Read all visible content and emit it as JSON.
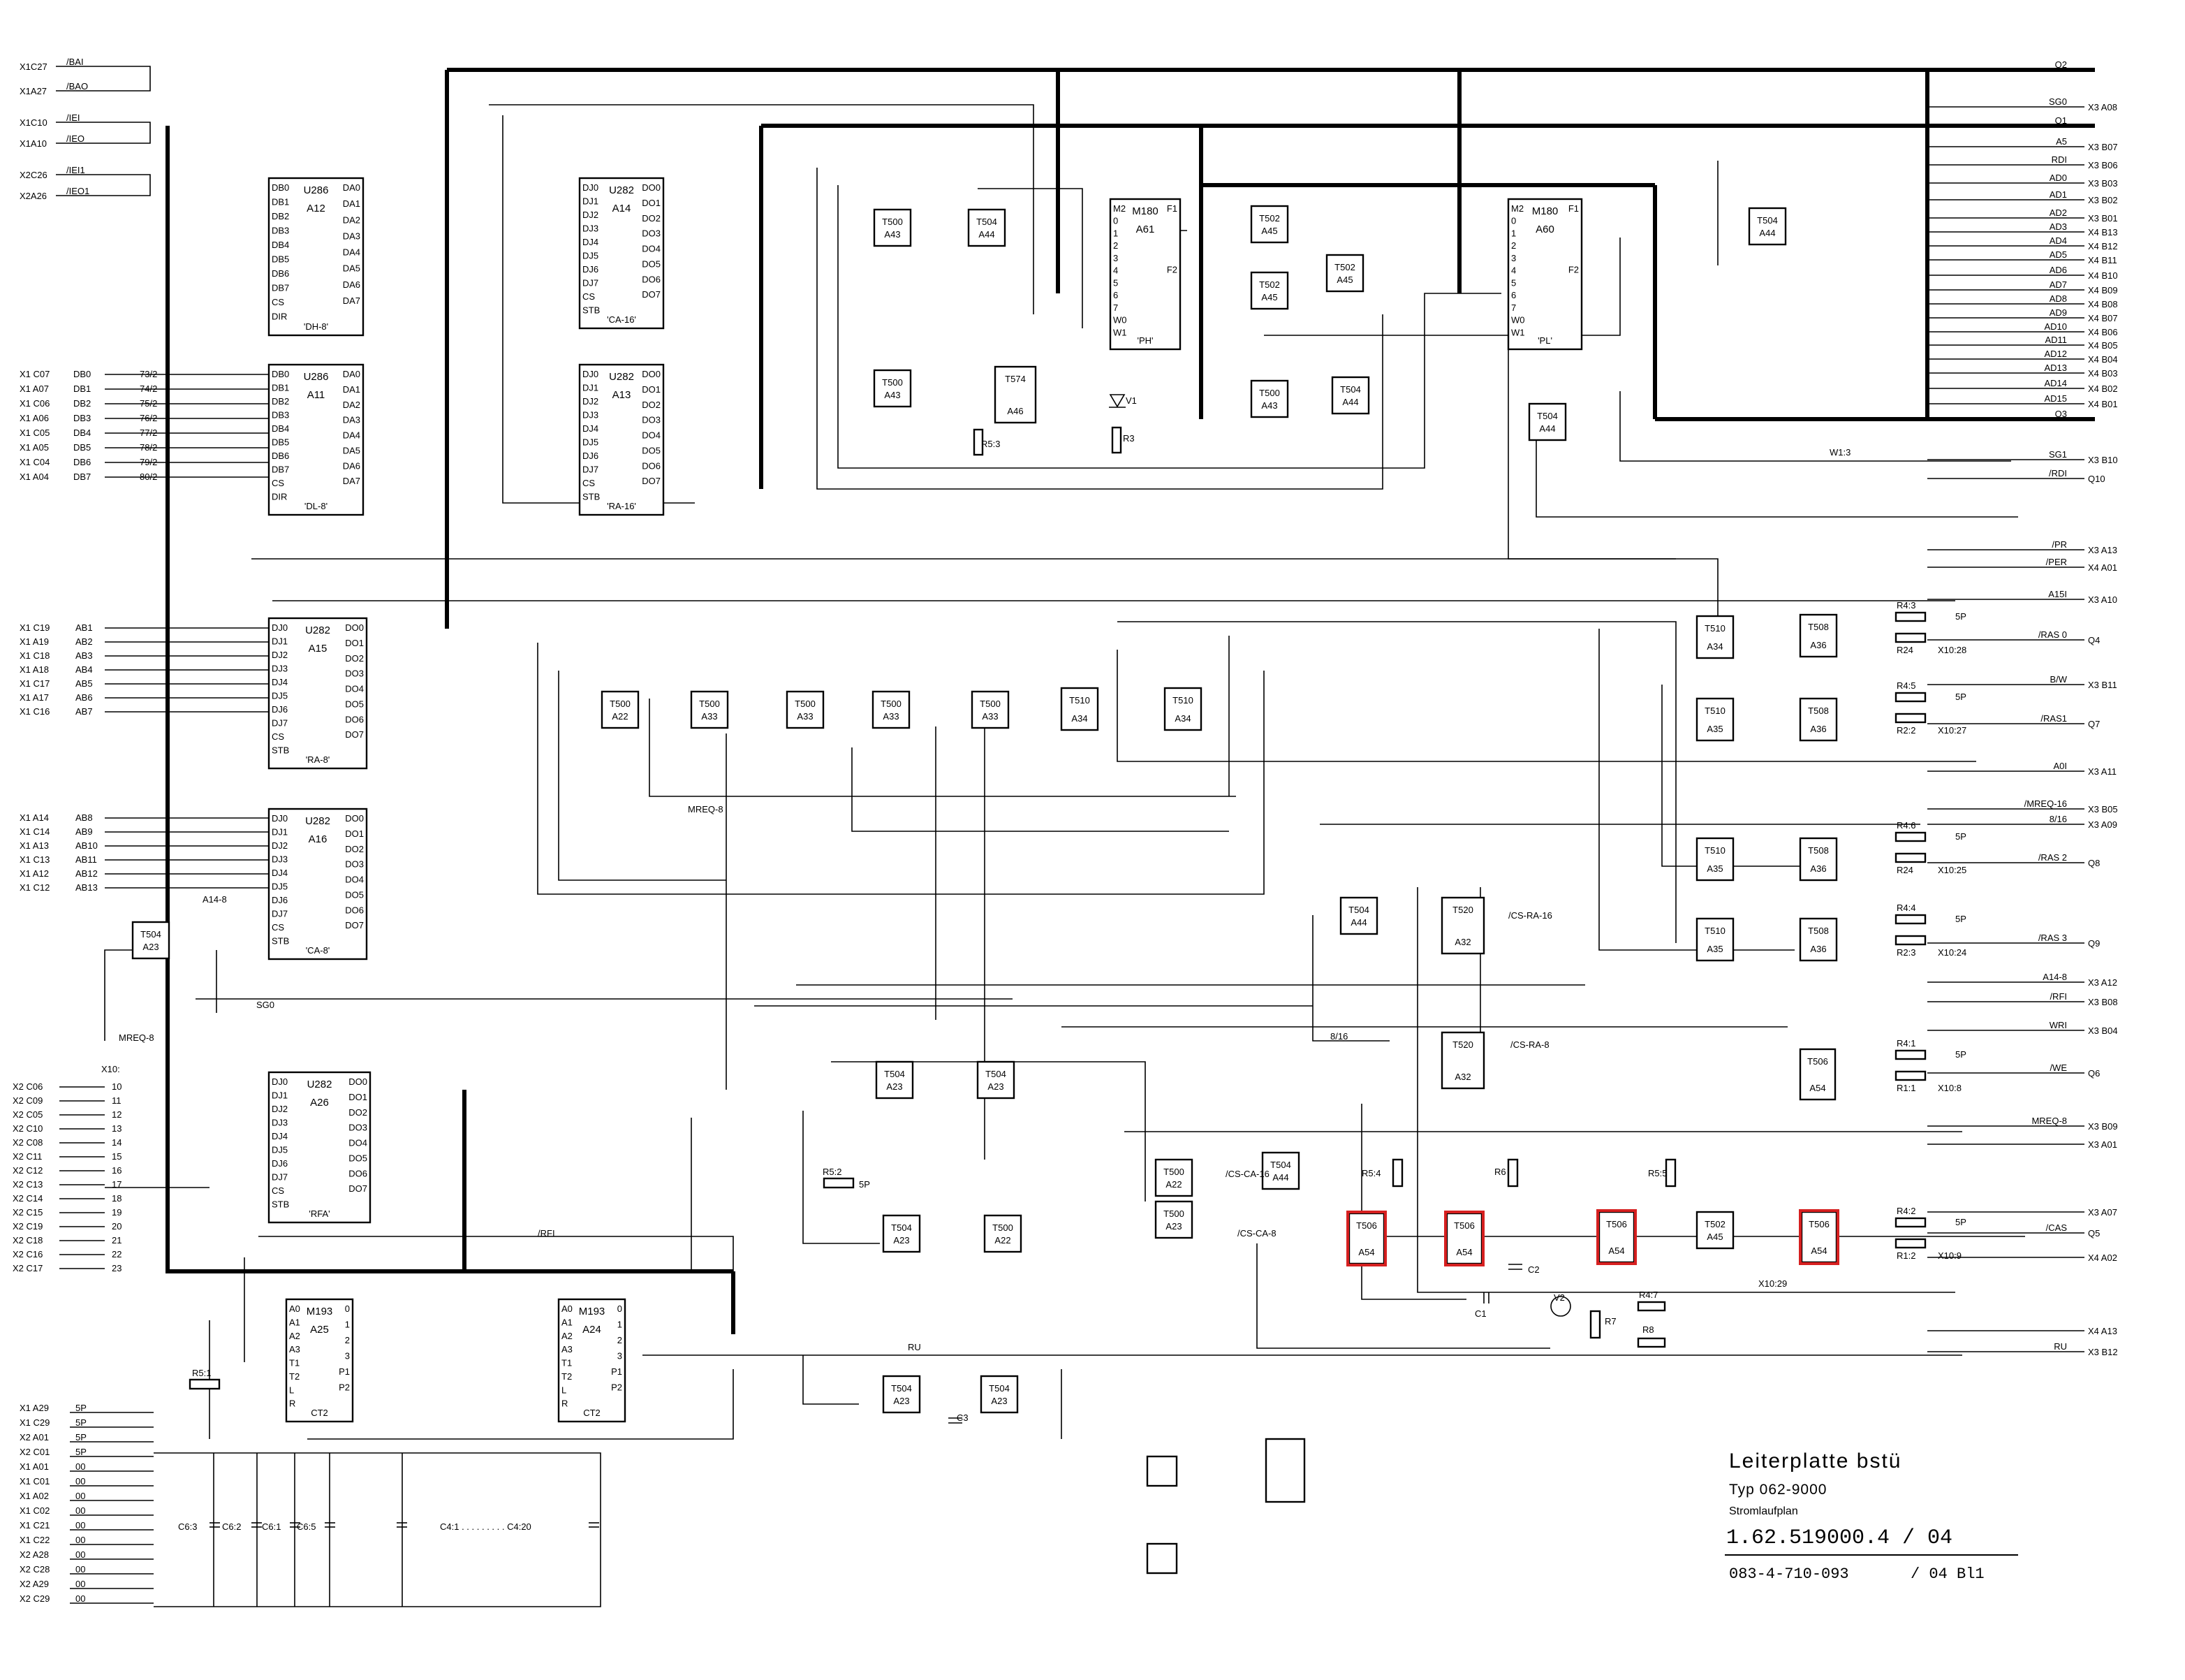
{
  "title_block": {
    "title": "Leiterplatte bstü",
    "type_label": "Typ 062-9000",
    "plan_label": "Stromlaufplan",
    "doc_number": "1.62.519000.4 / 04",
    "drawing_number": "083-4-710-093",
    "sheet": "/ 04 Bl1"
  },
  "left_connectors": [
    {
      "pin": "X1C27",
      "sig": "/BAI"
    },
    {
      "pin": "X1A27",
      "sig": "/BAO"
    },
    {
      "pin": "X1C10",
      "sig": "/IEI"
    },
    {
      "pin": "X1A10",
      "sig": "/IEO"
    },
    {
      "pin": "X2C26",
      "sig": "/IEI1"
    },
    {
      "pin": "X2A26",
      "sig": "/IEO1"
    }
  ],
  "data_bus_left": [
    {
      "pin": "X1 C07",
      "sig": "DB0",
      "code": "73/2"
    },
    {
      "pin": "X1 A07",
      "sig": "DB1",
      "code": "74/2"
    },
    {
      "pin": "X1 C06",
      "sig": "DB2",
      "code": "75/2"
    },
    {
      "pin": "X1 A06",
      "sig": "DB3",
      "code": "76/2"
    },
    {
      "pin": "X1 C05",
      "sig": "DB4",
      "code": "77/2"
    },
    {
      "pin": "X1 A05",
      "sig": "DB5",
      "code": "78/2"
    },
    {
      "pin": "X1 C04",
      "sig": "DB6",
      "code": "79/2"
    },
    {
      "pin": "X1 A04",
      "sig": "DB7",
      "code": "80/2"
    }
  ],
  "addr_bus_left": [
    {
      "pin": "X1 C19",
      "sig": "AB1"
    },
    {
      "pin": "X1 A19",
      "sig": "AB2"
    },
    {
      "pin": "X1 C18",
      "sig": "AB3"
    },
    {
      "pin": "X1 A18",
      "sig": "AB4"
    },
    {
      "pin": "X1 C17",
      "sig": "AB5"
    },
    {
      "pin": "X1 A17",
      "sig": "AB6"
    },
    {
      "pin": "X1 C16",
      "sig": "AB7"
    },
    {
      "pin": "X1 A14",
      "sig": "AB8"
    },
    {
      "pin": "X1 C14",
      "sig": "AB9"
    },
    {
      "pin": "X1 A13",
      "sig": "AB10"
    },
    {
      "pin": "X1 C13",
      "sig": "AB11"
    },
    {
      "pin": "X1 A12",
      "sig": "AB12"
    },
    {
      "pin": "X1 C12",
      "sig": "AB13"
    }
  ],
  "x10_label": "X10:",
  "x10_pins": [
    {
      "pin": "X2 C06",
      "n": "10"
    },
    {
      "pin": "X2 C09",
      "n": "11"
    },
    {
      "pin": "X2 C05",
      "n": "12"
    },
    {
      "pin": "X2 C10",
      "n": "13"
    },
    {
      "pin": "X2 C08",
      "n": "14"
    },
    {
      "pin": "X2 C11",
      "n": "15"
    },
    {
      "pin": "X2 C12",
      "n": "16"
    },
    {
      "pin": "X2 C13",
      "n": "17"
    },
    {
      "pin": "X2 C14",
      "n": "18"
    },
    {
      "pin": "X2 C15",
      "n": "19"
    },
    {
      "pin": "X2 C19",
      "n": "20"
    },
    {
      "pin": "X2 C18",
      "n": "21"
    },
    {
      "pin": "X2 C16",
      "n": "22"
    },
    {
      "pin": "X2 C17",
      "n": "23"
    }
  ],
  "power_pins": [
    {
      "pin": "X1 A29",
      "v": "5P"
    },
    {
      "pin": "X1 C29",
      "v": "5P"
    },
    {
      "pin": "X2 A01",
      "v": "5P"
    },
    {
      "pin": "X2 C01",
      "v": "5P"
    },
    {
      "pin": "X1 A01",
      "v": "00"
    },
    {
      "pin": "X1 C01",
      "v": "00"
    },
    {
      "pin": "X1 A02",
      "v": "00"
    },
    {
      "pin": "X1 C02",
      "v": "00"
    },
    {
      "pin": "X1 C21",
      "v": "00"
    },
    {
      "pin": "X1 C22",
      "v": "00"
    },
    {
      "pin": "X2 A28",
      "v": "00"
    },
    {
      "pin": "X2 C28",
      "v": "00"
    },
    {
      "pin": "X2 A29",
      "v": "00"
    },
    {
      "pin": "X2 C29",
      "v": "00"
    }
  ],
  "capacitors": [
    "C6:3",
    "C6:2",
    "C6:1",
    "C6:5",
    "C4:1 . . . . . . . . . C4:20"
  ],
  "right_outputs": [
    {
      "sig": "Q2",
      "pin": ""
    },
    {
      "sig": "SG0",
      "pin": "X3 A08"
    },
    {
      "sig": "Q1",
      "pin": ""
    },
    {
      "sig": "A5",
      "pin": "X3 B07"
    },
    {
      "sig": "RDI",
      "pin": "X3 B06"
    },
    {
      "sig": "AD0",
      "pin": "X3 B03"
    },
    {
      "sig": "AD1",
      "pin": "X3 B02"
    },
    {
      "sig": "AD2",
      "pin": "X3 B01"
    },
    {
      "sig": "AD3",
      "pin": "X4 B13"
    },
    {
      "sig": "AD4",
      "pin": "X4 B12"
    },
    {
      "sig": "AD5",
      "pin": "X4 B11"
    },
    {
      "sig": "AD6",
      "pin": "X4 B10"
    },
    {
      "sig": "AD7",
      "pin": "X4 B09"
    },
    {
      "sig": "AD8",
      "pin": "X4 B08"
    },
    {
      "sig": "AD9",
      "pin": "X4 B07"
    },
    {
      "sig": "AD10",
      "pin": "X4 B06"
    },
    {
      "sig": "AD11",
      "pin": "X4 B05"
    },
    {
      "sig": "AD12",
      "pin": "X4 B04"
    },
    {
      "sig": "AD13",
      "pin": "X4 B03"
    },
    {
      "sig": "AD14",
      "pin": "X4 B02"
    },
    {
      "sig": "AD15",
      "pin": "X4 B01"
    },
    {
      "sig": "Q3",
      "pin": ""
    },
    {
      "sig": "SG1",
      "pin": "X3 B10"
    },
    {
      "sig": "/RDI",
      "pin": "Q10"
    },
    {
      "sig": "/PR",
      "pin": "X3 A13"
    },
    {
      "sig": "/PER",
      "pin": "X4 A01"
    },
    {
      "sig": "A15I",
      "pin": "X3 A10"
    },
    {
      "sig": "/RAS 0",
      "pin": "Q4"
    },
    {
      "sig": "B/W",
      "pin": "X3 B11"
    },
    {
      "sig": "/RAS1",
      "pin": "Q7"
    },
    {
      "sig": "A0I",
      "pin": "X3 A11"
    },
    {
      "sig": "/MREQ-16",
      "pin": "X3 B05"
    },
    {
      "sig": "8/16",
      "pin": "X3 A09"
    },
    {
      "sig": "/RAS 2",
      "pin": "Q8"
    },
    {
      "sig": "/RAS 3",
      "pin": "Q9"
    },
    {
      "sig": "A14-8",
      "pin": "X3 A12"
    },
    {
      "sig": "/RFI",
      "pin": "X3 B08"
    },
    {
      "sig": "WRI",
      "pin": "X3 B04"
    },
    {
      "sig": "/WE",
      "pin": "Q6"
    },
    {
      "sig": "MREQ-8",
      "pin": "X3 B09"
    },
    {
      "sig": "",
      "pin": "X3 A01"
    },
    {
      "sig": "",
      "pin": "X3 A07"
    },
    {
      "sig": "/CAS",
      "pin": "Q5"
    },
    {
      "sig": "",
      "pin": "X4 A02"
    },
    {
      "sig": "",
      "pin": "X4 A13"
    },
    {
      "sig": "RU",
      "pin": "X3 B12"
    }
  ],
  "chips": [
    {
      "id": "A12",
      "type": "U286",
      "label": "'DH-8'",
      "left": [
        "DB0",
        "DB1",
        "DB2",
        "DB3",
        "DB4",
        "DB5",
        "DB6",
        "DB7",
        "CS",
        "DIR"
      ],
      "right": [
        "DA0",
        "DA1",
        "DA2",
        "DA3",
        "DA4",
        "DA5",
        "DA6",
        "DA7"
      ]
    },
    {
      "id": "A11",
      "type": "U286",
      "label": "'DL-8'",
      "left": [
        "DB0",
        "DB1",
        "DB2",
        "DB3",
        "DB4",
        "DB5",
        "DB6",
        "DB7",
        "CS",
        "DIR"
      ],
      "right": [
        "DA0",
        "DA1",
        "DA2",
        "DA3",
        "DA4",
        "DA5",
        "DA6",
        "DA7"
      ]
    },
    {
      "id": "A14",
      "type": "U282",
      "label": "'CA-16'",
      "left": [
        "DJ0",
        "DJ1",
        "DJ2",
        "DJ3",
        "DJ4",
        "DJ5",
        "DJ6",
        "DJ7",
        "CS",
        "STB"
      ],
      "right": [
        "DO0",
        "DO1",
        "DO2",
        "DO3",
        "DO4",
        "DO5",
        "DO6",
        "DO7"
      ]
    },
    {
      "id": "A13",
      "type": "U282",
      "label": "'RA-16'",
      "left": [
        "DJ0",
        "DJ1",
        "DJ2",
        "DJ3",
        "DJ4",
        "DJ5",
        "DJ6",
        "DJ7",
        "CS",
        "STB"
      ],
      "right": [
        "DO0",
        "DO1",
        "DO2",
        "DO3",
        "DO4",
        "DO5",
        "DO6",
        "DO7"
      ]
    },
    {
      "id": "A15",
      "type": "U282",
      "label": "'RA-8'",
      "left": [
        "DJ0",
        "DJ1",
        "DJ2",
        "DJ3",
        "DJ4",
        "DJ5",
        "DJ6",
        "DJ7",
        "CS",
        "STB"
      ],
      "right": [
        "DO0",
        "DO1",
        "DO2",
        "DO3",
        "DO4",
        "DO5",
        "DO6",
        "DO7"
      ]
    },
    {
      "id": "A16",
      "type": "U282",
      "label": "'CA-8'",
      "left": [
        "DJ0",
        "DJ1",
        "DJ2",
        "DJ3",
        "DJ4",
        "DJ5",
        "DJ6",
        "DJ7",
        "CS",
        "STB"
      ],
      "right": [
        "DO0",
        "DO1",
        "DO2",
        "DO3",
        "DO4",
        "DO5",
        "DO6",
        "DO7"
      ]
    },
    {
      "id": "A26",
      "type": "U282",
      "label": "'RFA'",
      "left": [
        "DJ0",
        "DJ1",
        "DJ2",
        "DJ3",
        "DJ4",
        "DJ5",
        "DJ6",
        "DJ7",
        "CS",
        "STB"
      ],
      "right": [
        "DO0",
        "DO1",
        "DO2",
        "DO3",
        "DO4",
        "DO5",
        "DO6",
        "DO7"
      ]
    },
    {
      "id": "A61",
      "type": "M180",
      "label": "'PH'",
      "left": [
        "M2",
        "0",
        "1",
        "2",
        "3",
        "4",
        "5",
        "6",
        "7",
        "W0",
        "W1"
      ],
      "right": [
        "F1",
        "F2"
      ]
    },
    {
      "id": "A60",
      "type": "M180",
      "label": "'PL'",
      "left": [
        "M2",
        "0",
        "1",
        "2",
        "3",
        "4",
        "5",
        "6",
        "7",
        "W0",
        "W1"
      ],
      "right": [
        "F1",
        "F2"
      ]
    },
    {
      "id": "A25",
      "type": "M193",
      "label": "CT2",
      "left": [
        "A0",
        "A1",
        "A2",
        "A3",
        "T1",
        "T2",
        "L",
        "R"
      ],
      "right": [
        "0",
        "1",
        "2",
        "3",
        "P1",
        "P2"
      ]
    },
    {
      "id": "A24",
      "type": "M193",
      "label": "CT2",
      "left": [
        "A0",
        "A1",
        "A2",
        "A3",
        "T1",
        "T2",
        "L",
        "R"
      ],
      "right": [
        "0",
        "1",
        "2",
        "3",
        "P1",
        "P2"
      ]
    }
  ],
  "gates": [
    {
      "type": "T500",
      "id": "A43"
    },
    {
      "type": "T504",
      "id": "A44"
    },
    {
      "type": "T502",
      "id": "A45"
    },
    {
      "type": "T502",
      "id": "A45"
    },
    {
      "type": "T502",
      "id": "A45"
    },
    {
      "type": "T504",
      "id": "A44"
    },
    {
      "type": "T500",
      "id": "A43"
    },
    {
      "type": "T574",
      "id": "A46"
    },
    {
      "type": "T500",
      "id": "A43"
    },
    {
      "type": "T504",
      "id": "A44"
    },
    {
      "type": "T504",
      "id": "A44"
    },
    {
      "type": "T500",
      "id": "A22"
    },
    {
      "type": "T500",
      "id": "A33"
    },
    {
      "type": "T500",
      "id": "A33"
    },
    {
      "type": "T500",
      "id": "A33"
    },
    {
      "type": "T500",
      "id": "A33"
    },
    {
      "type": "T510",
      "id": "A34"
    },
    {
      "type": "T510",
      "id": "A34"
    },
    {
      "type": "T510",
      "id": "A34"
    },
    {
      "type": "T508",
      "id": "A36"
    },
    {
      "type": "T510",
      "id": "A35"
    },
    {
      "type": "T508",
      "id": "A36"
    },
    {
      "type": "T510",
      "id": "A35"
    },
    {
      "type": "T508",
      "id": "A36"
    },
    {
      "type": "T510",
      "id": "A35"
    },
    {
      "type": "T508",
      "id": "A36"
    },
    {
      "type": "T504",
      "id": "A23"
    },
    {
      "type": "T504",
      "id": "A44"
    },
    {
      "type": "T520",
      "id": "A32"
    },
    {
      "type": "T520",
      "id": "A32"
    },
    {
      "type": "T504",
      "id": "A23"
    },
    {
      "type": "T504",
      "id": "A23"
    },
    {
      "type": "T506",
      "id": "A54"
    },
    {
      "type": "T500",
      "id": "A22"
    },
    {
      "type": "T500",
      "id": "A23"
    },
    {
      "type": "T504",
      "id": "A44"
    },
    {
      "type": "T504",
      "id": "A23"
    },
    {
      "type": "T500",
      "id": "A22"
    },
    {
      "type": "T506",
      "id": "A54"
    },
    {
      "type": "T506",
      "id": "A54"
    },
    {
      "type": "T506",
      "id": "A54"
    },
    {
      "type": "T502",
      "id": "A45"
    },
    {
      "type": "T506",
      "id": "A54"
    },
    {
      "type": "T504",
      "id": "A23"
    },
    {
      "type": "T504",
      "id": "A23"
    },
    {
      "type": "T506",
      "id": "A54"
    },
    {
      "type": "T574",
      "id": "A46"
    },
    {
      "type": "T500",
      "id": "A22"
    }
  ],
  "component_labels": {
    "r53": "R5:3",
    "v1": "V1",
    "r3": "R3",
    "w13": "W1:3",
    "r52": "R5:2",
    "r51": "R5:1",
    "r54": "R5:4",
    "r6": "R6",
    "r55": "R5:5",
    "c2": "C2",
    "c1": "C1",
    "v2": "V2",
    "r7": "R7",
    "r47": "R4:7",
    "r8": "R8",
    "c3": "C3",
    "x1029": "X10:29",
    "five_p": "5P",
    "ru": "RU",
    "rfi": "/RFI",
    "sg0": "SG0",
    "mreq8": "MREQ-8",
    "a148": "A14-8",
    "mreq8b": "MREQ-8",
    "csra16": "/CS-RA-16",
    "csra8": "/CS-RA-8",
    "csca16": "/CS-CA-16",
    "csca8": "/CS-CA-8",
    "eight16": "8/16"
  },
  "ras_resistors": [
    {
      "r1": "R4:3",
      "r2": "R24",
      "x": "X10:28"
    },
    {
      "r1": "R4:5",
      "r2": "R2:2",
      "x": "X10:27"
    },
    {
      "r1": "R4:6",
      "r2": "R24",
      "x": "X10:25"
    },
    {
      "r1": "R4:4",
      "r2": "R2:3",
      "x": "X10:24"
    },
    {
      "r1": "R4:1",
      "r2": "R1:1",
      "x": "X10:8"
    },
    {
      "r1": "R4:2",
      "r2": "R1:2",
      "x": "X10:9"
    }
  ],
  "highlight_color": "#d62020"
}
